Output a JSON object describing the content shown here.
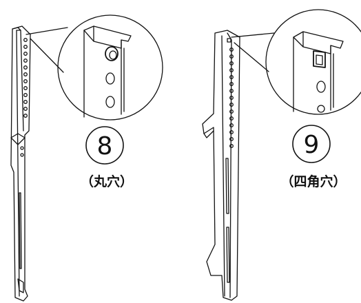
{
  "figures": [
    {
      "number": "8",
      "caption": "（丸穴）",
      "hole": "round"
    },
    {
      "number": "9",
      "caption": "（四角穴）",
      "hole": "square"
    }
  ]
}
